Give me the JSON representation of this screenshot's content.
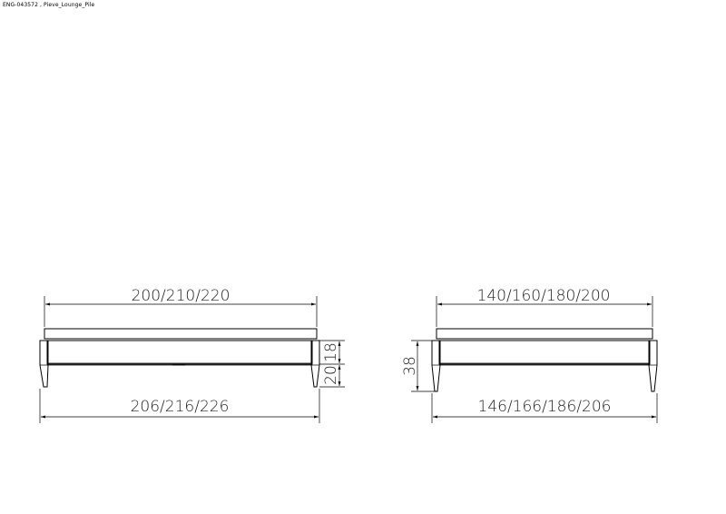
{
  "header": {
    "text": "ENG-043572 , Pieve_Lounge_Pile"
  },
  "side_view": {
    "top_length": "200/210/220",
    "bottom_length": "206/216/226",
    "frame_height": "18",
    "leg_height": "20"
  },
  "front_view": {
    "top_width": "140/160/180/200",
    "bottom_width": "146/166/186/206",
    "total_height": "38"
  },
  "colors": {
    "line": "#000000",
    "text": "#222222"
  }
}
